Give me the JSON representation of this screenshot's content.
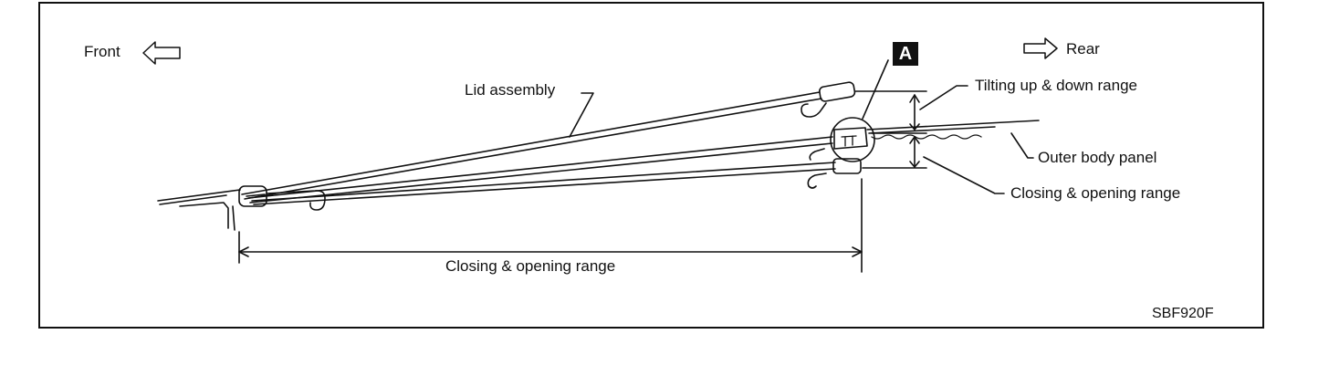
{
  "direction": {
    "front": "Front",
    "rear": "Rear"
  },
  "labels": {
    "lid_assembly": "Lid assembly",
    "tilting_range": "Tilting up & down range",
    "outer_body_panel": "Outer body panel",
    "closing_opening_right": "Closing & opening range",
    "closing_opening_bottom": "Closing & opening range"
  },
  "callout": "A",
  "figure_code": "SBF920F"
}
